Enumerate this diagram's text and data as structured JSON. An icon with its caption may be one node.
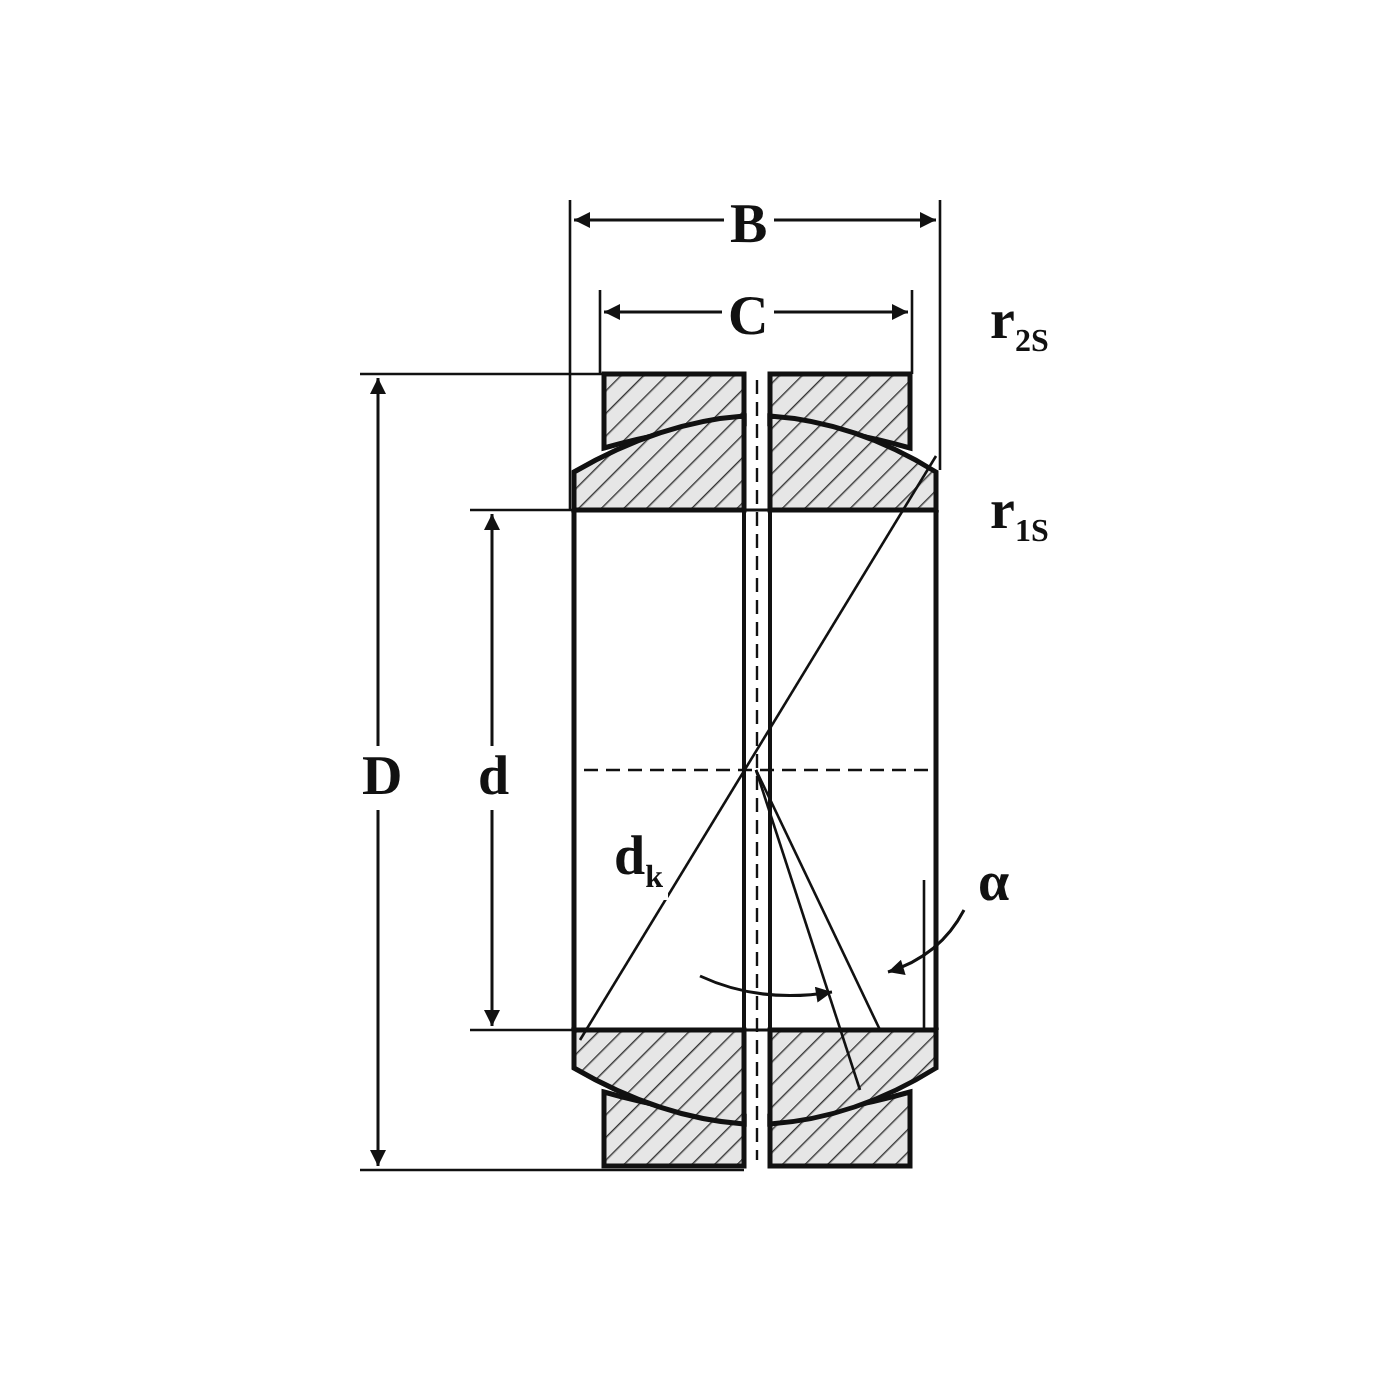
{
  "diagram": {
    "labels": [
      "B",
      "C",
      "r$_{2S}$",
      "r$_{1S}$",
      "D",
      "d",
      "d$_{k}$",
      "α"
    ]
  }
}
